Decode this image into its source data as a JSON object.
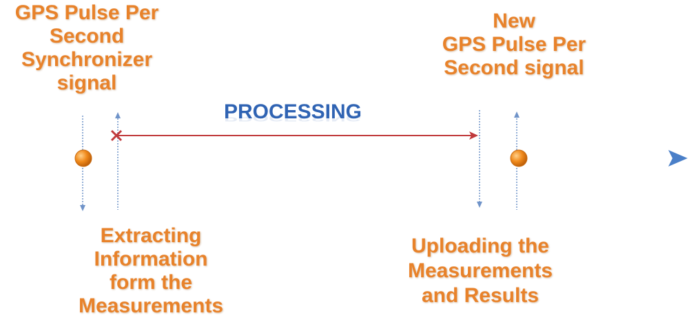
{
  "labels": {
    "gps_sync": "GPS Pulse Per\nSecond\nSynchronizer\nsignal",
    "new_gps": "New\nGPS Pulse Per\nSecond signal",
    "extracting": "Extracting\nInformation\nform the\nMeasurements",
    "uploading": "Uploading the\nMeasurements\nand Results",
    "processing": "PROCESSING"
  },
  "colors": {
    "label_orange": "#e8822a",
    "timeline_blue": "#4a7fc8",
    "processing_blue": "#2f63b3",
    "processing_arrow_red": "#c0393b",
    "marker_orange": "#f08a1c",
    "guide_blue": "#6f93c9"
  }
}
